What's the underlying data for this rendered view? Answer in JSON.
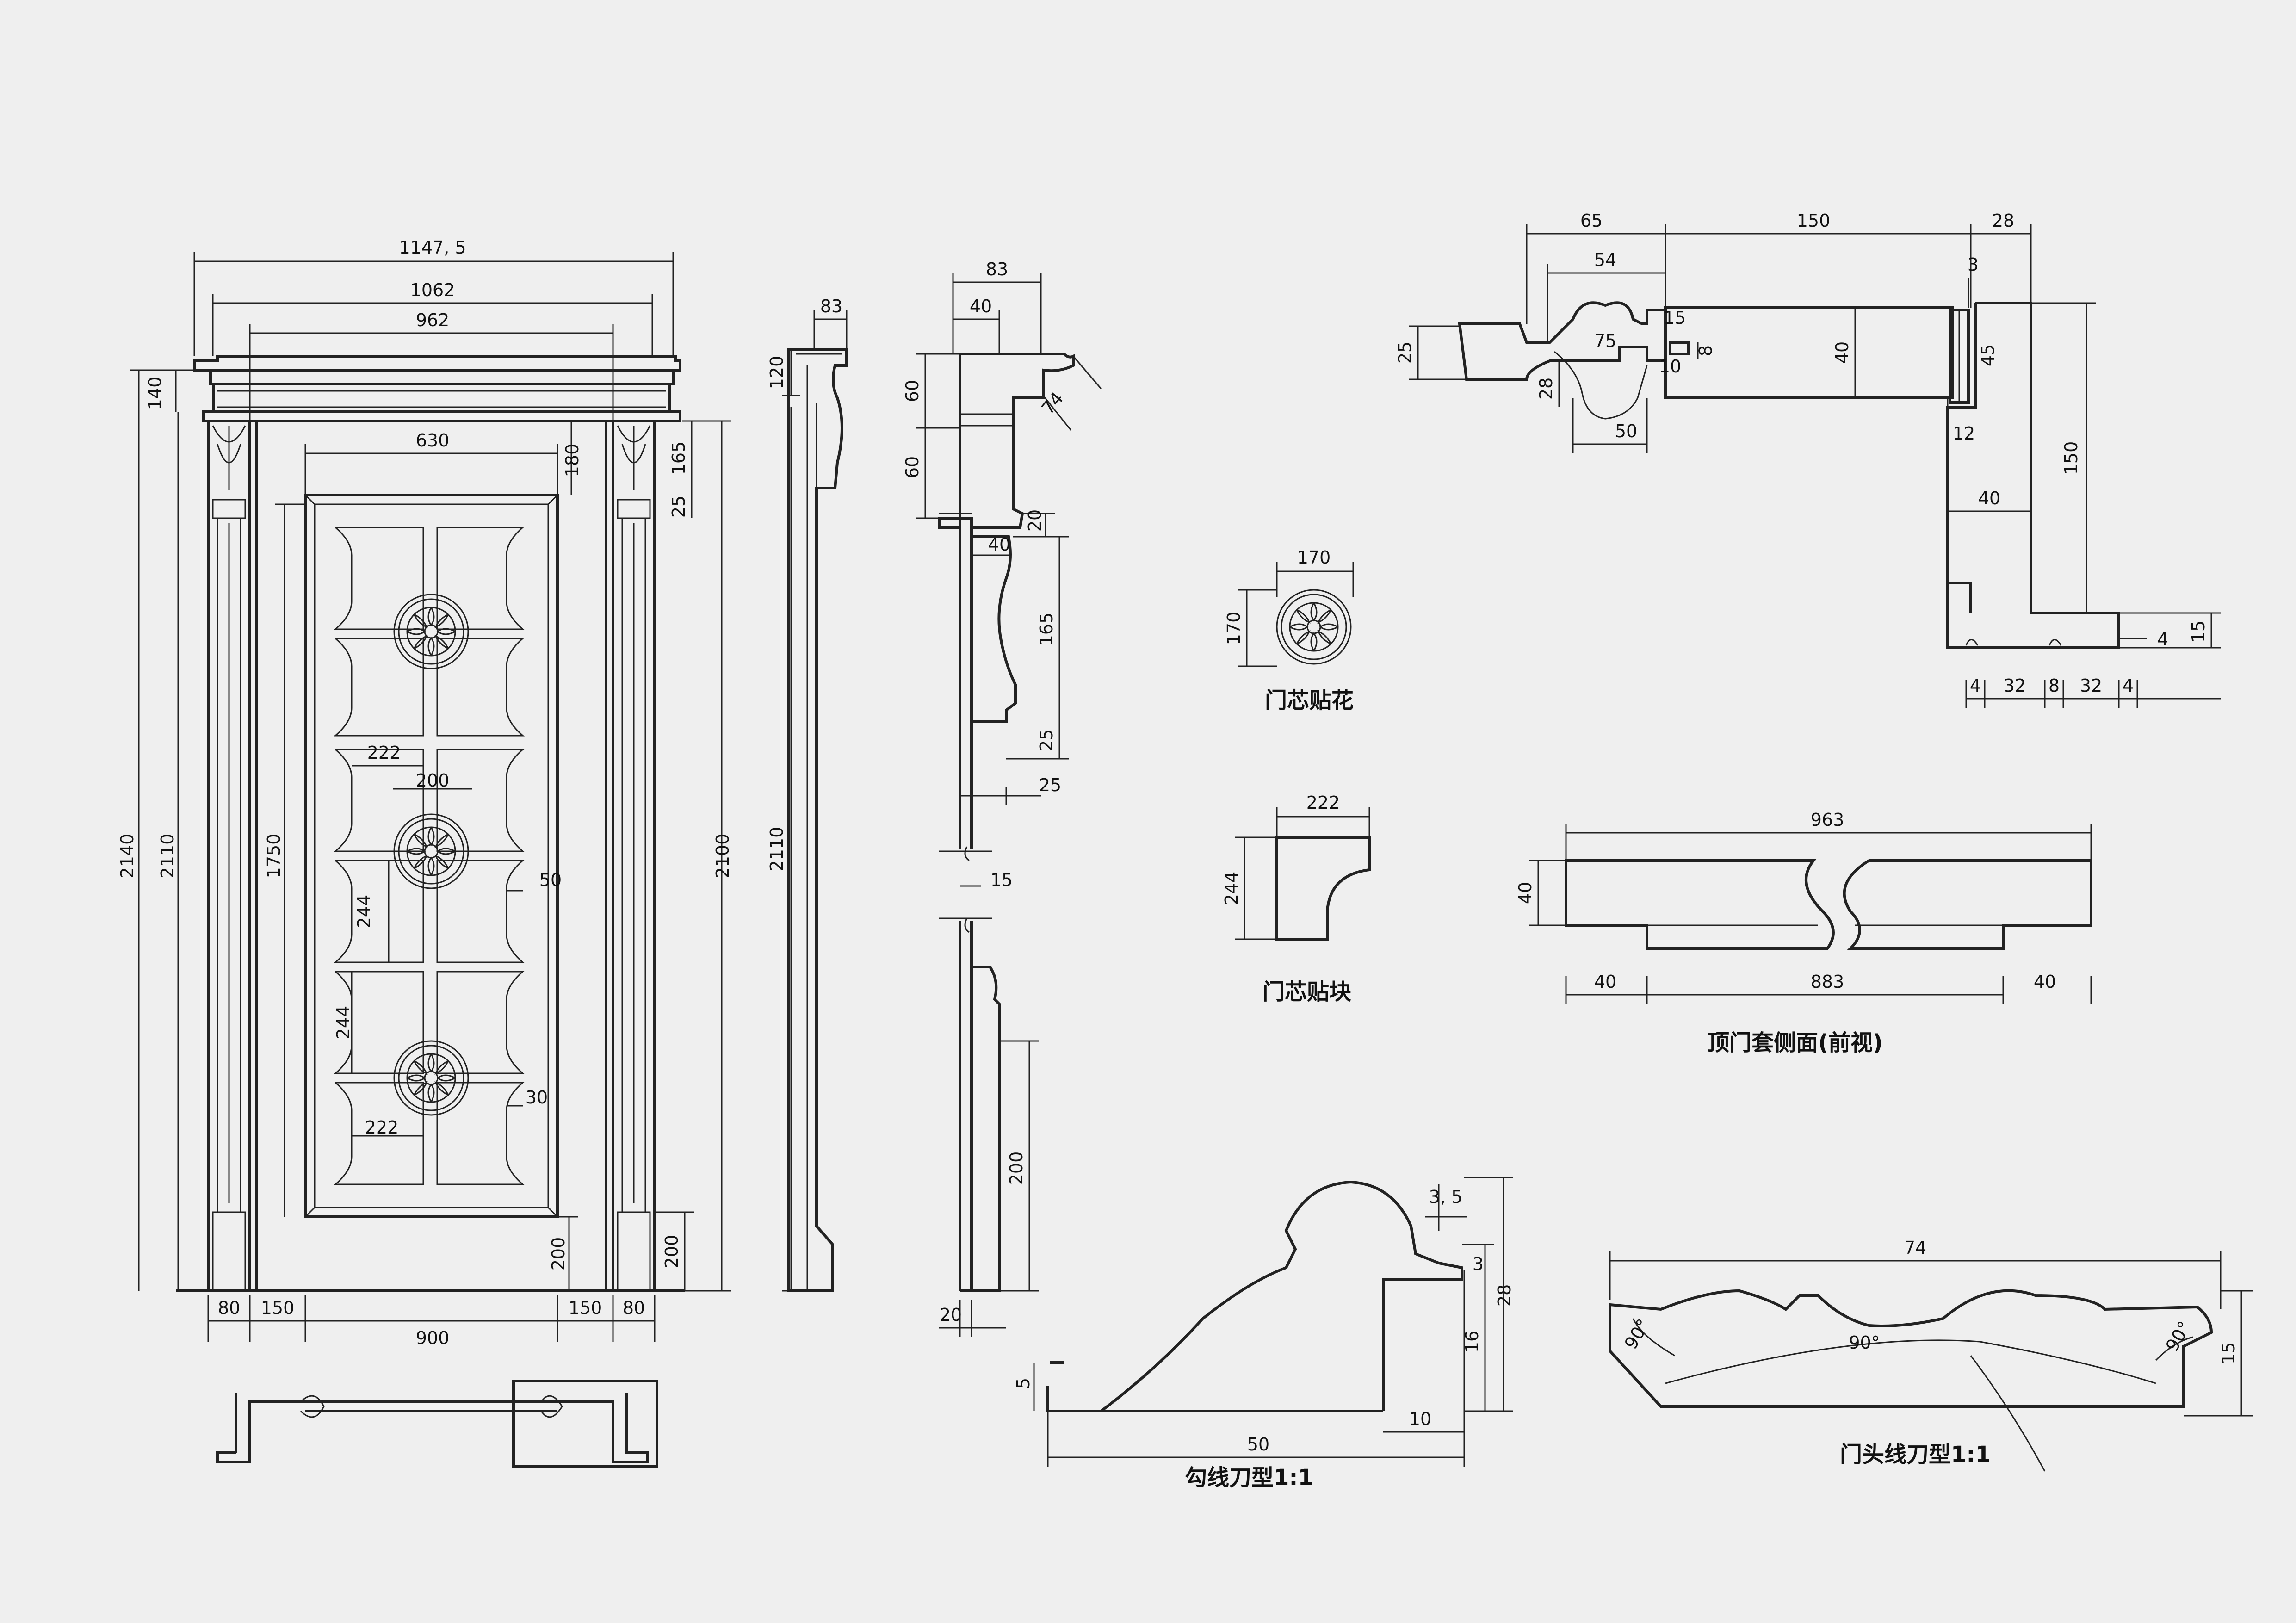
{
  "drawing": {
    "labels": {
      "door_applique": "门芯贴花",
      "door_block": "门芯贴块",
      "top_casing_front": "顶门套侧面(前视)",
      "hook_line_cutter": "勾线刀型1:1",
      "door_head_cutter": "门头线刀型1:1"
    },
    "elevation_dims": {
      "w_overall": "1147, 5",
      "w_1062": "1062",
      "w_962": "962",
      "w_630": "630",
      "w_222_top": "222",
      "w_200": "200",
      "w_50": "50",
      "w_30": "30",
      "w_222_bot": "222",
      "w_80_l": "80",
      "w_150_l": "150",
      "w_900": "900",
      "w_150_r": "150",
      "w_80_r": "80",
      "h_140": "140",
      "h_180": "180",
      "h_165": "165",
      "h_25": "25",
      "h_2140": "2140",
      "h_2110": "2110",
      "h_1750": "1750",
      "h_244_a": "244",
      "h_244_b": "244",
      "h_200_a": "200",
      "h_200_b": "200",
      "h_2100": "2100"
    },
    "side_dims": {
      "w_83": "83",
      "h_120": "120",
      "h_2110": "2110"
    },
    "section_dims": {
      "w_83": "83",
      "w_40_top": "40",
      "d_74": "74",
      "h_60_a": "60",
      "h_60_b": "60",
      "h_20_a": "20",
      "w_40_mid": "40",
      "h_165": "165",
      "h_25_a": "25",
      "h_25_b": "25",
      "h_15": "15",
      "h_200": "200",
      "h_20_b": "20"
    },
    "plan_dims": {
      "w_65": "65",
      "w_150": "150",
      "w_28": "28",
      "w_54": "54",
      "h_3": "3",
      "h_25": "25",
      "h_15": "15",
      "w_75": "75",
      "h_8": "8",
      "w_10": "10",
      "h_28": "28",
      "w_50": "50",
      "h_40": "40",
      "h_45": "45",
      "w_12": "12",
      "w_40": "40",
      "h_150": "150",
      "h_4": "4",
      "h_15b": "15",
      "b_4a": "4",
      "b_32a": "32",
      "b_8": "8",
      "b_32b": "32",
      "b_4b": "4"
    },
    "applique_dims": {
      "w": "170",
      "h": "170"
    },
    "block_dims": {
      "w": "222",
      "h": "244"
    },
    "casing_dims": {
      "w_963": "963",
      "h_40": "40",
      "w_40_l": "40",
      "w_883": "883",
      "w_40_r": "40"
    },
    "hook_dims": {
      "w_3_5": "3, 5",
      "h_3": "3",
      "h_28": "28",
      "h_16": "16",
      "h_5": "5",
      "w_50": "50",
      "w_10": "10"
    },
    "head_dims": {
      "w_74": "74",
      "h_15": "15",
      "a_90_l": "90°",
      "a_90_c": "90°",
      "a_90_r": "90°"
    }
  }
}
